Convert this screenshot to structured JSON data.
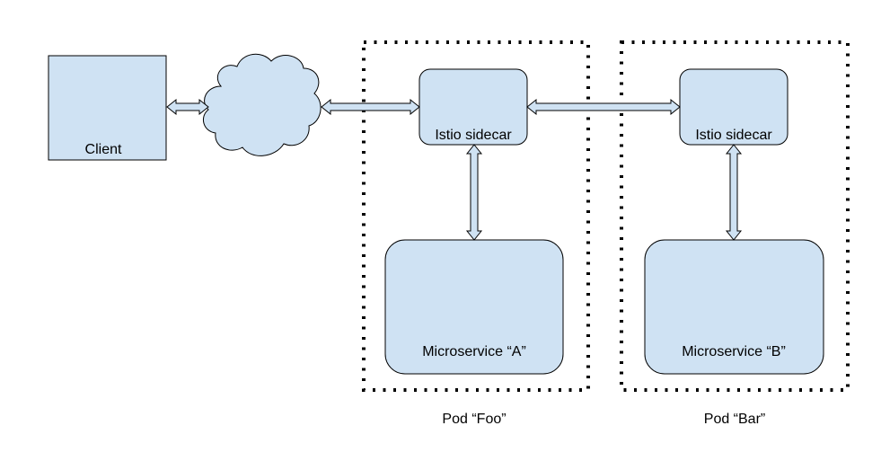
{
  "colors": {
    "box_fill": "#cfe2f3",
    "stroke": "#000000",
    "arrow_fill": "#cfe2f3",
    "background": "#ffffff"
  },
  "nodes": {
    "client": {
      "label": "Client"
    },
    "internet": {
      "label": "",
      "icon": "cloud-icon"
    },
    "sidecar_foo": {
      "label": "Istio sidecar"
    },
    "sidecar_bar": {
      "label": "Istio sidecar"
    },
    "microservice_a": {
      "label": "Microservice “A”"
    },
    "microservice_b": {
      "label": "Microservice “B”"
    }
  },
  "pods": {
    "foo": {
      "label": "Pod “Foo”"
    },
    "bar": {
      "label": "Pod “Bar”"
    }
  },
  "connections": [
    {
      "from": "client",
      "to": "internet",
      "type": "bidirectional"
    },
    {
      "from": "internet",
      "to": "sidecar_foo",
      "type": "bidirectional"
    },
    {
      "from": "sidecar_foo",
      "to": "sidecar_bar",
      "type": "bidirectional"
    },
    {
      "from": "sidecar_foo",
      "to": "microservice_a",
      "type": "bidirectional"
    },
    {
      "from": "sidecar_bar",
      "to": "microservice_b",
      "type": "bidirectional"
    }
  ]
}
